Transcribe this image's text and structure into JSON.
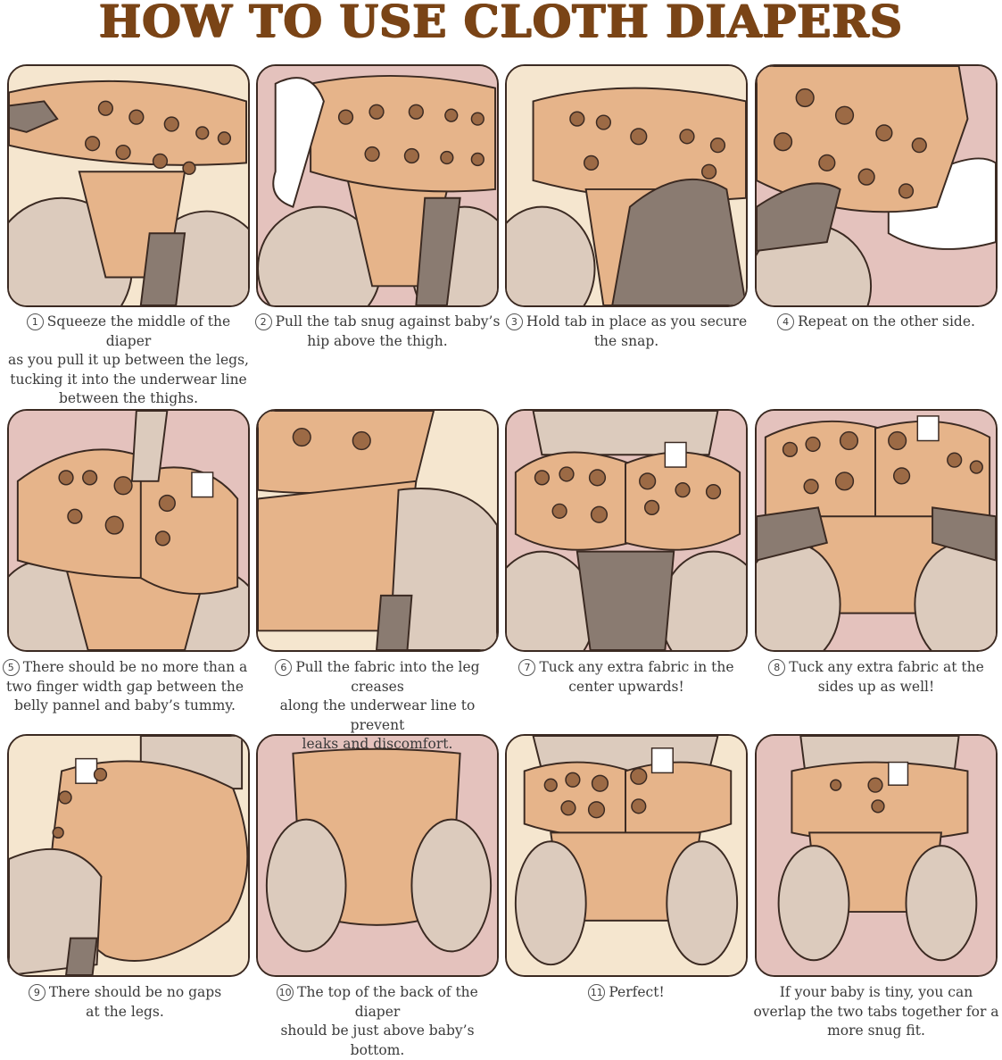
{
  "title": "HOW TO USE CLOTH DIAPERS",
  "colors": {
    "title": "#7a4416",
    "outline": "#3b2a22",
    "diaper": "#e6b48a",
    "dot": "#9c6a45",
    "skin_light": "#dccbbd",
    "skin_dark": "#8a7b71",
    "bg_pink": "#e4c2bd",
    "bg_cream": "#f5e6cf"
  },
  "steps": [
    {
      "number": "1",
      "text": "Squeeze the middle of the diaper\nas you pull it up between the legs,\ntucking it into the underwear line\nbetween the thighs."
    },
    {
      "number": "2",
      "text": "Pull the tab snug against baby’s\nhip above the thigh."
    },
    {
      "number": "3",
      "text": "Hold tab in place as you secure\nthe  snap."
    },
    {
      "number": "4",
      "text": "Repeat on the other side."
    },
    {
      "number": "5",
      "text": "There should be no more than a\ntwo finger width gap between the\nbelly pannel and baby’s tummy."
    },
    {
      "number": "6",
      "text": "Pull the fabric into the leg creases\nalong the underwear line to prevent\nleaks and discomfort."
    },
    {
      "number": "7",
      "text": "Tuck any extra fabric in the\ncenter upwards!"
    },
    {
      "number": "8",
      "text": "Tuck any extra fabric at the\nsides up as well!"
    },
    {
      "number": "9",
      "text": "There should be no gaps\nat the legs."
    },
    {
      "number": "10",
      "text": "The top of the back of the diaper\nshould be just above baby’s bottom."
    },
    {
      "number": "11",
      "text": "Perfect!"
    },
    {
      "number": "",
      "text": "If your baby is tiny, you can\noverlap the two tabs together for a\nmore snug fit."
    }
  ]
}
